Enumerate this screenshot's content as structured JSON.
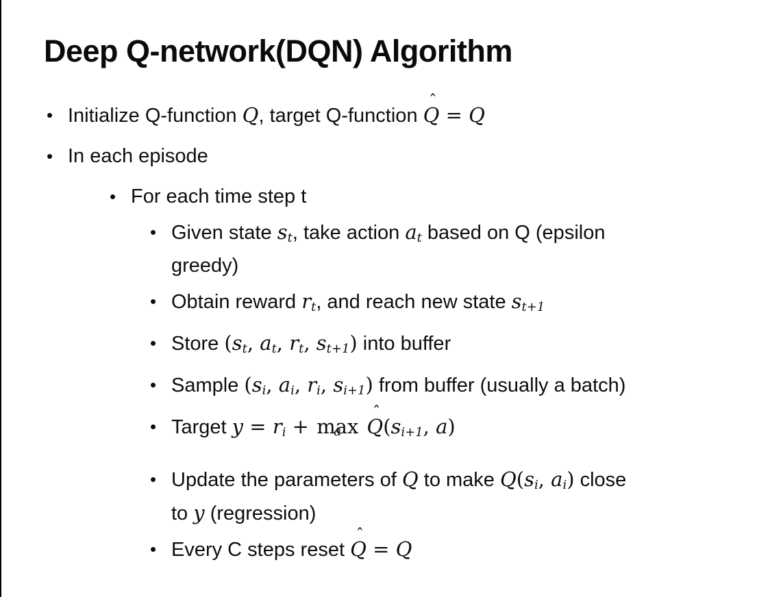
{
  "content": {
    "title": "Deep Q-network(DQN) Algorithm",
    "bullet_icon": "•",
    "hat_glyph": "ˆ",
    "text_color": "#0d0d0d",
    "background_color": "#ffffff",
    "bullets": [
      {
        "level": 1,
        "lines": [
          [
            {
              "t": "t",
              "v": "Initialize Q-function "
            },
            {
              "t": "m",
              "v": "Q"
            },
            {
              "t": "t",
              "v": ", target Q-function "
            },
            {
              "t": "hat",
              "v": "Q"
            },
            {
              "t": "mr",
              "v": " = "
            },
            {
              "t": "m",
              "v": "Q"
            }
          ]
        ]
      },
      {
        "level": 1,
        "lines": [
          [
            {
              "t": "t",
              "v": "In each episode"
            }
          ]
        ]
      },
      {
        "level": 2,
        "lines": [
          [
            {
              "t": "t",
              "v": "For each time step t"
            }
          ]
        ]
      },
      {
        "level": 3,
        "lines": [
          [
            {
              "t": "t",
              "v": "Given state "
            },
            {
              "t": "m",
              "v": "s"
            },
            {
              "t": "sub",
              "v": "t"
            },
            {
              "t": "t",
              "v": ", take action "
            },
            {
              "t": "m",
              "v": "a"
            },
            {
              "t": "sub",
              "v": "t"
            },
            {
              "t": "t",
              "v": " based on Q (epsilon"
            }
          ],
          [
            {
              "t": "t",
              "v": "greedy)"
            }
          ]
        ]
      },
      {
        "level": 3,
        "lines": [
          [
            {
              "t": "t",
              "v": "Obtain reward "
            },
            {
              "t": "m",
              "v": "r"
            },
            {
              "t": "sub",
              "v": "t"
            },
            {
              "t": "t",
              "v": ", and reach new state "
            },
            {
              "t": "m",
              "v": "s"
            },
            {
              "t": "sub",
              "v": "t+1"
            }
          ]
        ]
      },
      {
        "level": 3,
        "lines": [
          [
            {
              "t": "t",
              "v": "Store "
            },
            {
              "t": "mr",
              "v": "("
            },
            {
              "t": "m",
              "v": "s"
            },
            {
              "t": "sub",
              "v": "t"
            },
            {
              "t": "mr",
              "v": ", "
            },
            {
              "t": "m",
              "v": "a"
            },
            {
              "t": "sub",
              "v": "t"
            },
            {
              "t": "mr",
              "v": ", "
            },
            {
              "t": "m",
              "v": "r"
            },
            {
              "t": "sub",
              "v": "t"
            },
            {
              "t": "mr",
              "v": ", "
            },
            {
              "t": "m",
              "v": "s"
            },
            {
              "t": "sub",
              "v": "t+1"
            },
            {
              "t": "mr",
              "v": ")"
            },
            {
              "t": "t",
              "v": " into buffer"
            }
          ]
        ]
      },
      {
        "level": 3,
        "lines": [
          [
            {
              "t": "t",
              "v": "Sample "
            },
            {
              "t": "mr",
              "v": "("
            },
            {
              "t": "m",
              "v": "s"
            },
            {
              "t": "sub",
              "v": "i"
            },
            {
              "t": "mr",
              "v": ", "
            },
            {
              "t": "m",
              "v": "a"
            },
            {
              "t": "sub",
              "v": "i"
            },
            {
              "t": "mr",
              "v": ", "
            },
            {
              "t": "m",
              "v": "r"
            },
            {
              "t": "sub",
              "v": "i"
            },
            {
              "t": "mr",
              "v": ", "
            },
            {
              "t": "m",
              "v": "s"
            },
            {
              "t": "sub",
              "v": "i+1"
            },
            {
              "t": "mr",
              "v": ")"
            },
            {
              "t": "t",
              "v": " from buffer (usually a batch)"
            }
          ]
        ]
      },
      {
        "level": 3,
        "extra_space": true,
        "lines": [
          [
            {
              "t": "t",
              "v": "Target "
            },
            {
              "t": "m",
              "v": "y"
            },
            {
              "t": "mr",
              "v": " = "
            },
            {
              "t": "m",
              "v": "r"
            },
            {
              "t": "sub",
              "v": "i"
            },
            {
              "t": "mr",
              "v": " + "
            },
            {
              "t": "lim",
              "v": "max",
              "under": "a"
            },
            {
              "t": "t",
              "v": " "
            },
            {
              "t": "hat",
              "v": "Q"
            },
            {
              "t": "mr",
              "v": "("
            },
            {
              "t": "m",
              "v": "s"
            },
            {
              "t": "sub",
              "v": "i+1"
            },
            {
              "t": "mr",
              "v": ", "
            },
            {
              "t": "m",
              "v": "a"
            },
            {
              "t": "mr",
              "v": ")"
            }
          ]
        ]
      },
      {
        "level": 3,
        "lines": [
          [
            {
              "t": "t",
              "v": "Update the parameters of "
            },
            {
              "t": "m",
              "v": "Q"
            },
            {
              "t": "t",
              "v": " to make "
            },
            {
              "t": "m",
              "v": "Q"
            },
            {
              "t": "mr",
              "v": "("
            },
            {
              "t": "m",
              "v": "s"
            },
            {
              "t": "sub",
              "v": "i"
            },
            {
              "t": "mr",
              "v": ", "
            },
            {
              "t": "m",
              "v": "a"
            },
            {
              "t": "sub",
              "v": "i"
            },
            {
              "t": "mr",
              "v": ")"
            },
            {
              "t": "t",
              "v": " close"
            }
          ],
          [
            {
              "t": "t",
              "v": "to "
            },
            {
              "t": "m",
              "v": "y"
            },
            {
              "t": "t",
              "v": " (regression)"
            }
          ]
        ]
      },
      {
        "level": 3,
        "lines": [
          [
            {
              "t": "t",
              "v": "Every C steps reset "
            },
            {
              "t": "hat",
              "v": "Q"
            },
            {
              "t": "mr",
              "v": " = "
            },
            {
              "t": "m",
              "v": "Q"
            }
          ]
        ]
      }
    ]
  }
}
